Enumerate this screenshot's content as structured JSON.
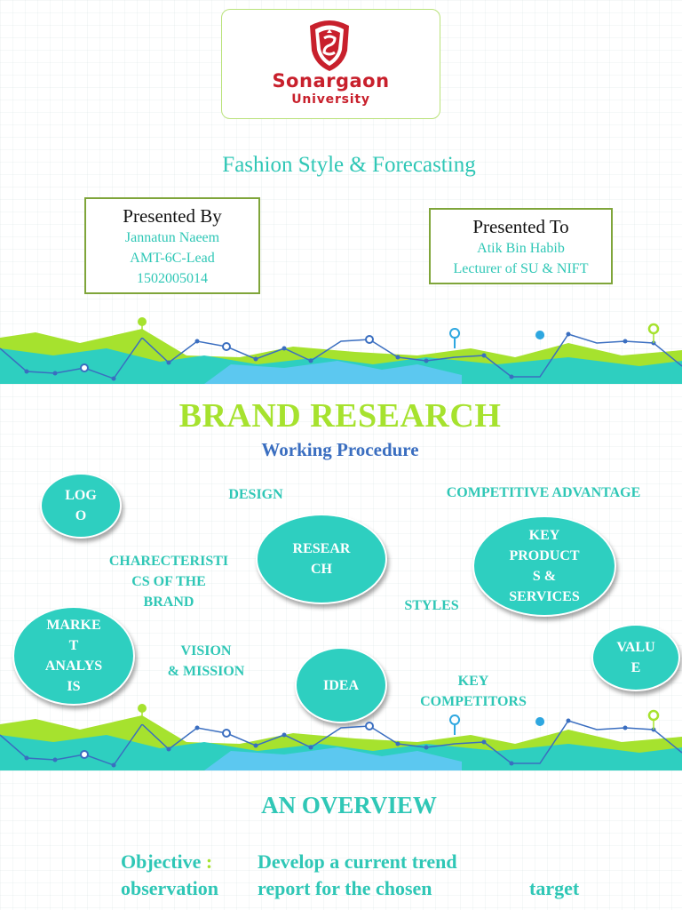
{
  "slide1": {
    "logo": {
      "name": "Sonargaon",
      "subtitle": "University",
      "emblem_text": "Sonargaon University",
      "color": "#c8202c"
    },
    "title": "Fashion Style & Forecasting",
    "presented_by": {
      "heading": "Presented By",
      "lines": [
        "Jannatun Naeem",
        "AMT-6C-Lead",
        "1502005014"
      ]
    },
    "presented_to": {
      "heading": "Presented To",
      "lines": [
        "Atik Bin Habib",
        "Lecturer of SU & NIFT"
      ]
    }
  },
  "slide2": {
    "title": "BRAND RESEARCH",
    "subtitle": "Working Procedure",
    "bubbles": [
      {
        "label": "LOG\nO"
      },
      {
        "label": "RESEAR\nCH"
      },
      {
        "label": "KEY\nPRODUCT\nS &\nSERVICES"
      },
      {
        "label": "MARKE\nT\nANALYS\nIS"
      },
      {
        "label": "IDEA"
      },
      {
        "label": "VALU\nE"
      }
    ],
    "labels": [
      {
        "text": "DESIGN"
      },
      {
        "text": "COMPETITIVE ADVANTAGE"
      },
      {
        "text": "CHARECTERISTI\nCS OF THE\nBRAND"
      },
      {
        "text": "STYLES"
      },
      {
        "text": "VISION\n& MISSION"
      },
      {
        "text": "KEY\nCOMPETITORS"
      }
    ]
  },
  "slide3": {
    "title": "AN OVERVIEW",
    "objective_label": "Objective",
    "colon": ":",
    "line1_right": "Develop a current trend",
    "line2_left": "observation",
    "line2_mid": "report for the chosen",
    "line2_right": "target"
  },
  "colors": {
    "teal": "#2fc7b6",
    "lime": "#a6e22e",
    "blue": "#3a6ec0",
    "bubble": "#2ecfc0",
    "box_border": "#7fa53a"
  }
}
